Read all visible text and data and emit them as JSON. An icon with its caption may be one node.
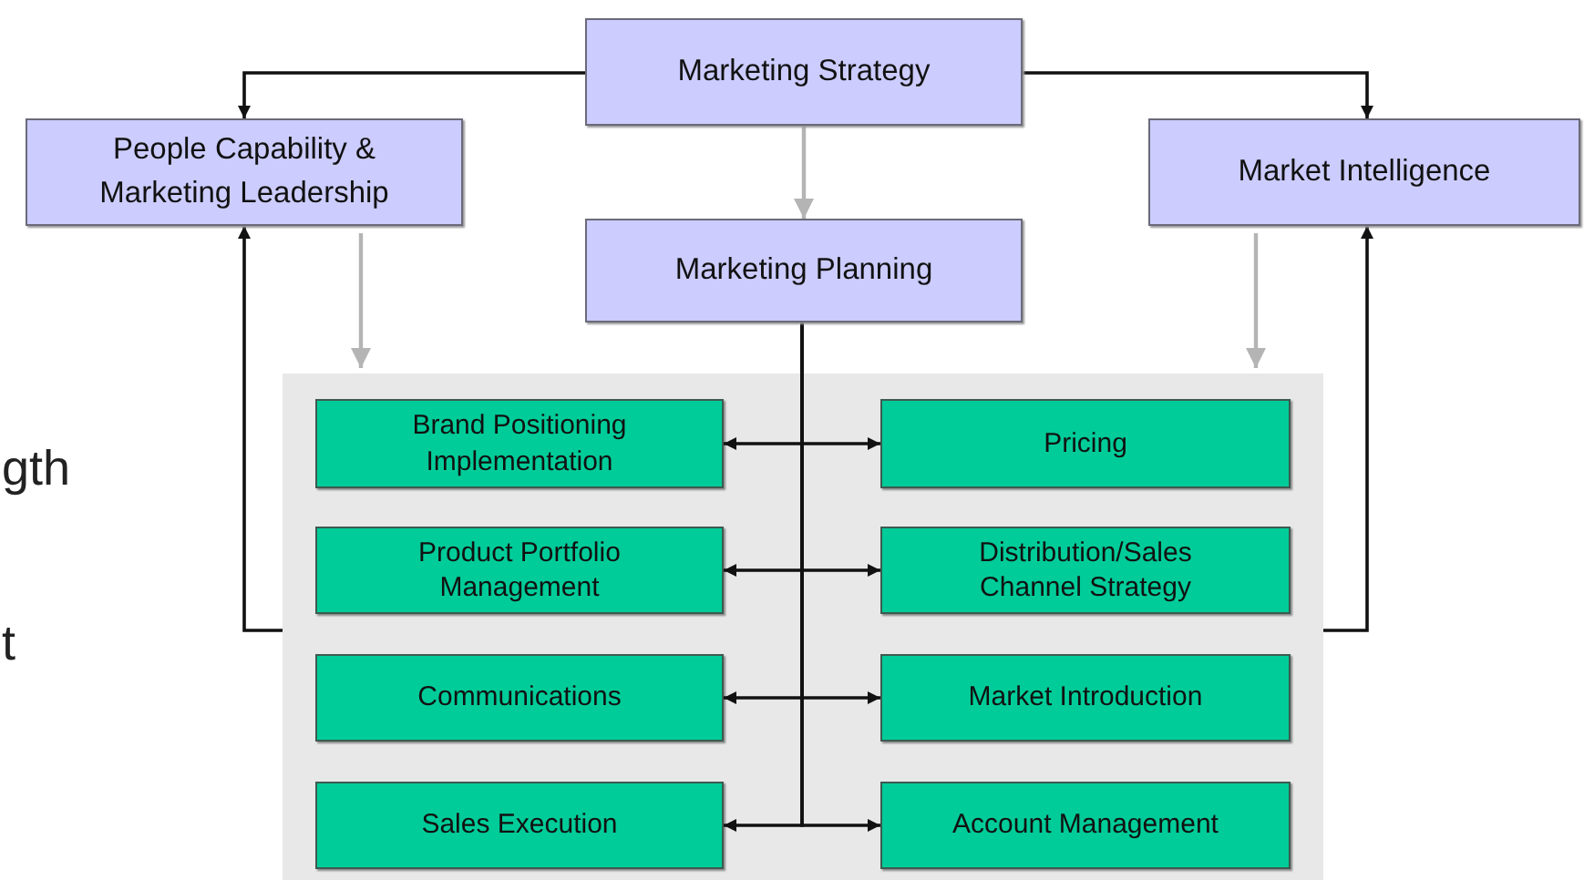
{
  "diagram": {
    "nodes": [
      {
        "text": [
          "Marketing Strategy"
        ]
      },
      {
        "text": [
          "People Capability & Marketing Leadership"
        ]
      },
      {
        "text": [
          "Market Intelligence"
        ]
      },
      {
        "text": [
          "Marketing Planning"
        ]
      },
      {
        "text": [],
        "shape": "box"
      },
      {
        "text": [
          "Brand Positioning Implementation"
        ],
        "in": 4
      },
      {
        "text": [
          "Pricing"
        ],
        "in": 4
      },
      {
        "text": [
          "Product Portfolio Management"
        ],
        "in": 4
      },
      {
        "text": [
          "Distribution/Sales Channel Strategy"
        ],
        "in": 4
      },
      {
        "text": [
          "Communications"
        ],
        "in": 4
      },
      {
        "text": [
          "Market Introduction"
        ],
        "in": 4
      },
      {
        "text": [
          "Sales Execution"
        ],
        "in": 4
      },
      {
        "text": [
          "Account Management"
        ],
        "in": 4
      }
    ],
    "edges": [
      {
        "from": 0,
        "to": 1,
        "arrow": "to"
      },
      {
        "from": 0,
        "to": 2,
        "arrow": "to"
      },
      {
        "from": 0,
        "to": 3,
        "arrow": "to",
        "color": "#b4b4b4"
      },
      {
        "from": 1,
        "to": 4,
        "arrow": "to",
        "color": "#b4b4b4"
      },
      {
        "from": 2,
        "to": 4,
        "arrow": "to",
        "color": "#b4b4b4"
      },
      {
        "from": 4,
        "to": 1,
        "arrow": "to"
      },
      {
        "from": 4,
        "to": 2,
        "arrow": "to"
      },
      {
        "from": 3,
        "to": 5,
        "arrow": "to"
      },
      {
        "from": 3,
        "to": 6,
        "arrow": "to"
      },
      {
        "from": 3,
        "to": 7,
        "arrow": "to"
      },
      {
        "from": 3,
        "to": 8,
        "arrow": "to"
      },
      {
        "from": 3,
        "to": 9,
        "arrow": "to"
      },
      {
        "from": 3,
        "to": 10,
        "arrow": "to"
      },
      {
        "from": 3,
        "to": 11,
        "arrow": "to"
      },
      {
        "from": 3,
        "to": 12,
        "arrow": "to"
      }
    ],
    "labels": [
      "gth",
      "t"
    ]
  }
}
